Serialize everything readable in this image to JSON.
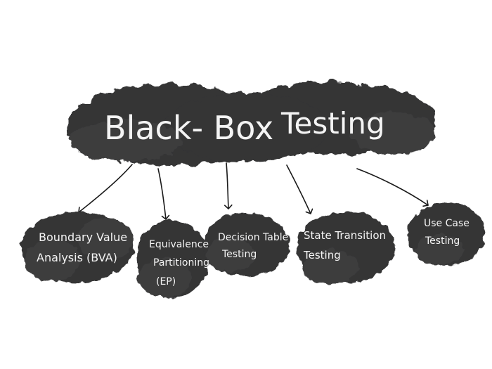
{
  "title": {
    "part1": "Black- Box",
    "part2": "Testing"
  },
  "techniques": [
    {
      "line1": "Boundary Value",
      "line2": "Analysis (BVA)",
      "line3": ""
    },
    {
      "line1": "Equivalence",
      "line2": "Partitioning",
      "line3": "(EP)"
    },
    {
      "line1": "Decision Table",
      "line2": "Testing",
      "line3": ""
    },
    {
      "line1": "State Transition",
      "line2": "Testing",
      "line3": ""
    },
    {
      "line1": "Use Case",
      "line2": "Testing",
      "line3": ""
    }
  ],
  "colors": {
    "ink_blob": "#343436",
    "chalk_text": "#f4f4f4",
    "arrow": "#1a1a1a",
    "background": "#ffffff"
  }
}
